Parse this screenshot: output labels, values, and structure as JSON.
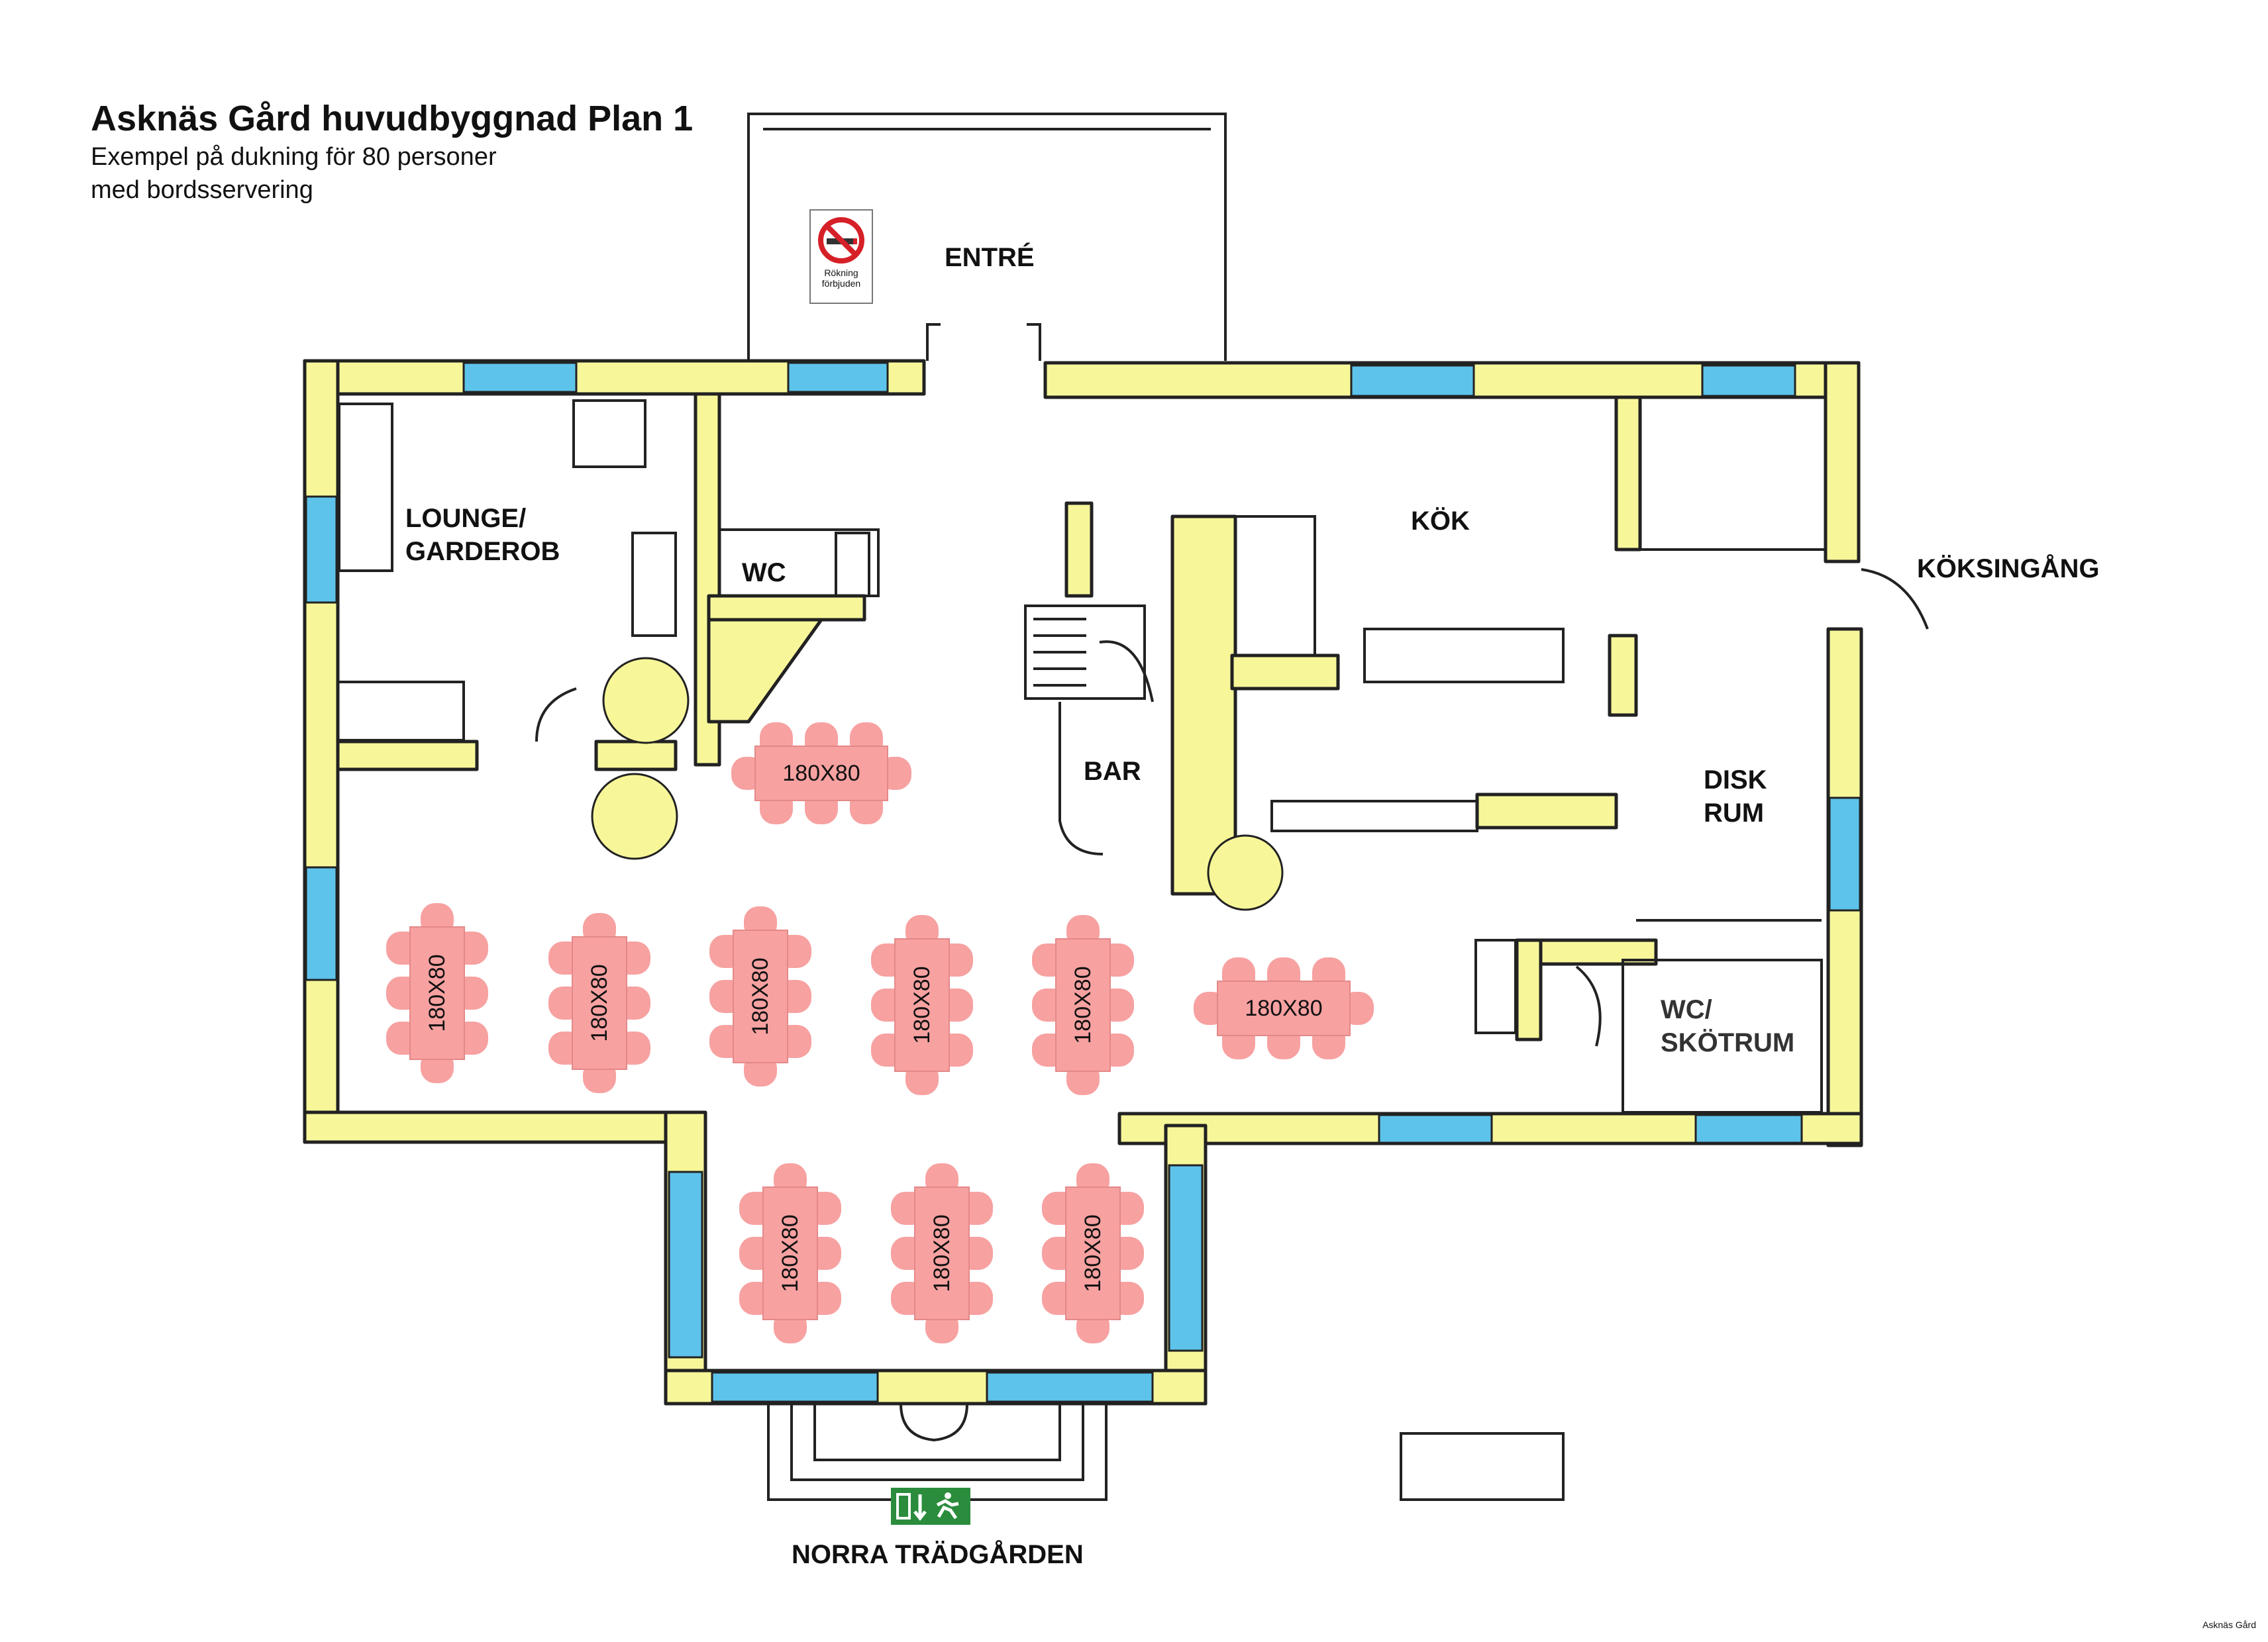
{
  "header": {
    "title": "Asknäs Gård huvudbyggnad Plan 1",
    "subtitle_line1": "Exempel på dukning för 80 personer",
    "subtitle_line2": "med bordsservering"
  },
  "rooms": {
    "entre": "ENTRÉ",
    "lounge_line1": "LOUNGE/",
    "lounge_line2": "GARDEROB",
    "wc_left": "WC",
    "kok": "KÖK",
    "koksingang": "KÖKSINGÅNG",
    "bar": "BAR",
    "disk_line1": "DISK",
    "disk_line2": "RUM",
    "wc_skotrum_line1": "WC/",
    "wc_skotrum_line2": "SKÖTRUM",
    "norra": "NORRA TRÄDGÅRDEN"
  },
  "signs": {
    "no_smoking_line1": "Rökning",
    "no_smoking_line2": "förbjuden",
    "exit_icon": "emergency-exit-icon"
  },
  "tables": {
    "label": "180X80",
    "items": [
      {
        "id": "t1",
        "orientation": "horizontal"
      },
      {
        "id": "t2",
        "orientation": "vertical"
      },
      {
        "id": "t3",
        "orientation": "vertical"
      },
      {
        "id": "t4",
        "orientation": "vertical"
      },
      {
        "id": "t5",
        "orientation": "vertical"
      },
      {
        "id": "t6",
        "orientation": "vertical"
      },
      {
        "id": "t7",
        "orientation": "horizontal"
      },
      {
        "id": "t8",
        "orientation": "vertical"
      },
      {
        "id": "t9",
        "orientation": "vertical"
      },
      {
        "id": "t10",
        "orientation": "vertical"
      }
    ]
  },
  "colors": {
    "wall": "#f7f79a",
    "window": "#5ec3ea",
    "table": "#f7a1a1",
    "round_table": "#f7f79a",
    "outline": "#222222",
    "exit_sign": "#2a8c3c"
  },
  "credit": "Asknäs Gård"
}
